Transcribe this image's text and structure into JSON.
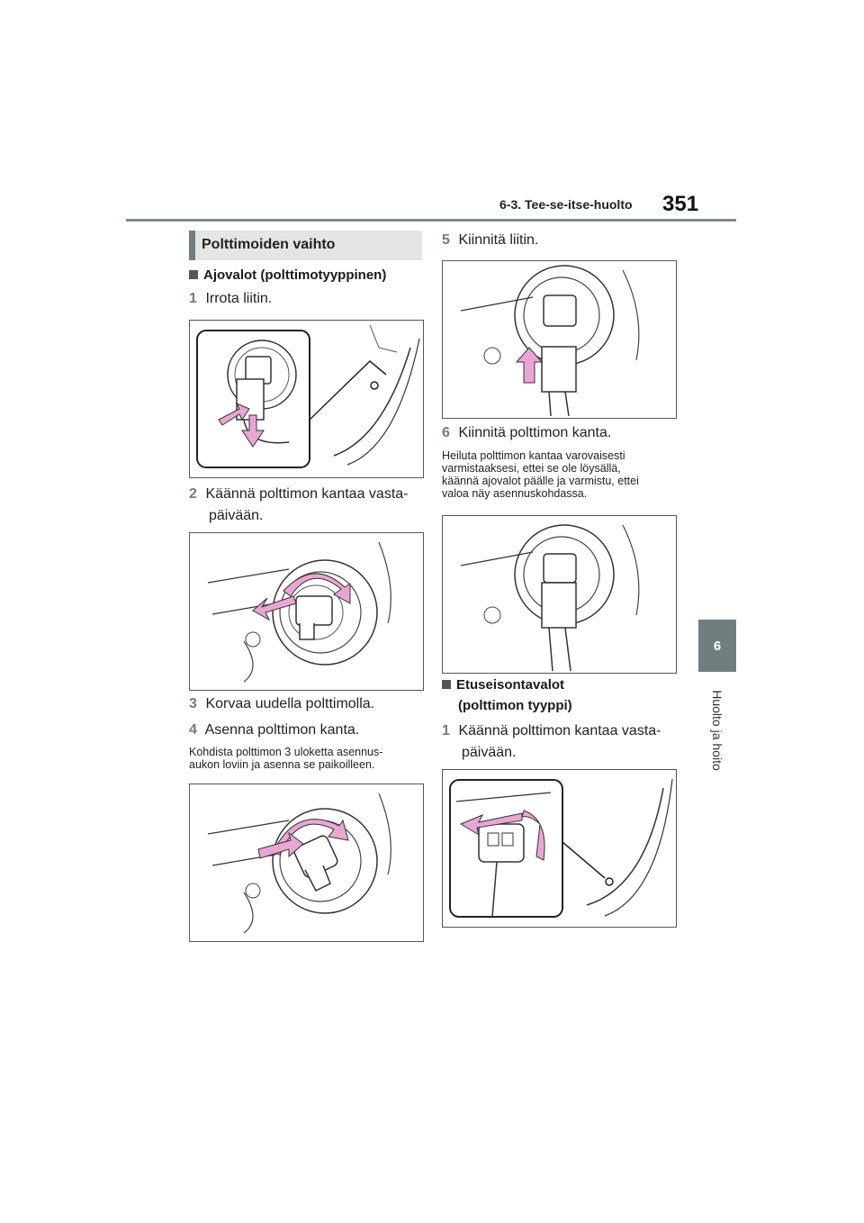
{
  "header": {
    "section": "6-3. Tee-se-itse-huolto",
    "page_number": "351"
  },
  "side_tab": {
    "chapter": "6",
    "label": "Huolto ja hoito"
  },
  "section_title": "Polttimoiden vaihto",
  "left": {
    "subhead": "Ajovalot (polttimotyyppinen)",
    "step1_num": "1",
    "step1": "Irrota liitin.",
    "step2_num": "2",
    "step2_line1": "Käännä polttimon kantaa vasta-",
    "step2_line2": "päivään.",
    "step3_num": "3",
    "step3": "Korvaa uudella polttimolla.",
    "step4_num": "4",
    "step4": "Asenna polttimon kanta.",
    "note_line1": "Kohdista polttimon 3 uloketta asennus-",
    "note_line2": "aukon loviin ja asenna se paikoilleen."
  },
  "right": {
    "step5_num": "5",
    "step5": "Kiinnitä liitin.",
    "step6_num": "6",
    "step6": "Kiinnitä polttimon kanta.",
    "note_line1": "Heiluta polttimon kantaa varovaisesti",
    "note_line2": "varmistaaksesi, ettei se ole löysällä,",
    "note_line3": "käännä ajovalot päälle ja varmistu, ettei",
    "note_line4": "valoa näy asennuskohdassa.",
    "subhead_line1": "Etuseisontavalot",
    "subhead_line2": "(polttimon tyyppi)",
    "step1_num": "1",
    "step1_line1": "Käännä polttimon kantaa vasta-",
    "step1_line2": "päivään."
  },
  "colors": {
    "accent_gray": "#6f7f80",
    "arrow_pink": "#e9a6d4",
    "section_bg": "#e4e6e6"
  }
}
